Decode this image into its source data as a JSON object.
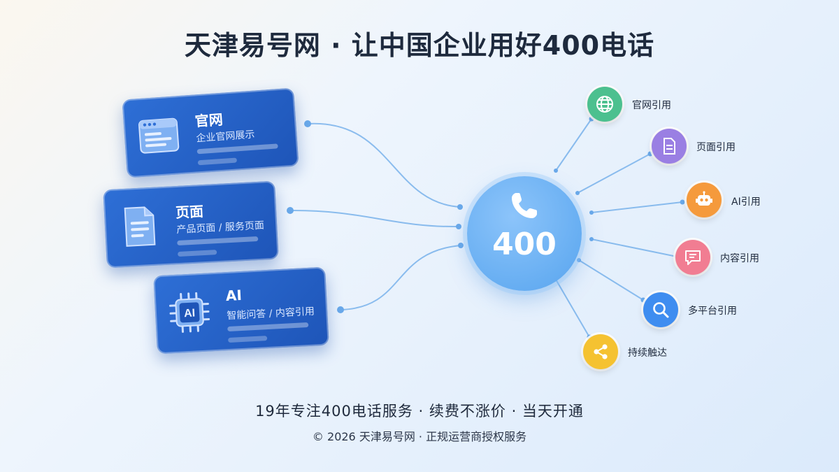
{
  "title": "天津易号网 · 让中国企业用好400电话",
  "hub": {
    "label": "400",
    "icon": "phone-icon"
  },
  "cards": [
    {
      "title": "官网",
      "subtitle": "企业官网展示",
      "icon": "browser-window-icon"
    },
    {
      "title": "页面",
      "subtitle": "产品页面 / 服务页面",
      "icon": "document-icon"
    },
    {
      "title": "AI",
      "subtitle": "智能问答 / 内容引用",
      "icon": "ai-chip-icon"
    }
  ],
  "nodes": [
    {
      "label": "官网引用",
      "icon": "globe-icon",
      "color": "#4cc08f"
    },
    {
      "label": "页面引用",
      "icon": "document-icon",
      "color": "#9a7fe3"
    },
    {
      "label": "AI引用",
      "icon": "robot-icon",
      "color": "#f59a3c"
    },
    {
      "label": "内容引用",
      "icon": "chat-bubble-icon",
      "color": "#f17d92"
    },
    {
      "label": "多平台引用",
      "icon": "search-icon",
      "color": "#3f8df0"
    },
    {
      "label": "持续触达",
      "icon": "share-icon",
      "color": "#f5c231"
    }
  ],
  "footer": {
    "main": "19年专注400电话服务 · 续费不涨价 · 当天开通",
    "sub": "© 2026 天津易号网 · 正规运营商授权服务"
  }
}
